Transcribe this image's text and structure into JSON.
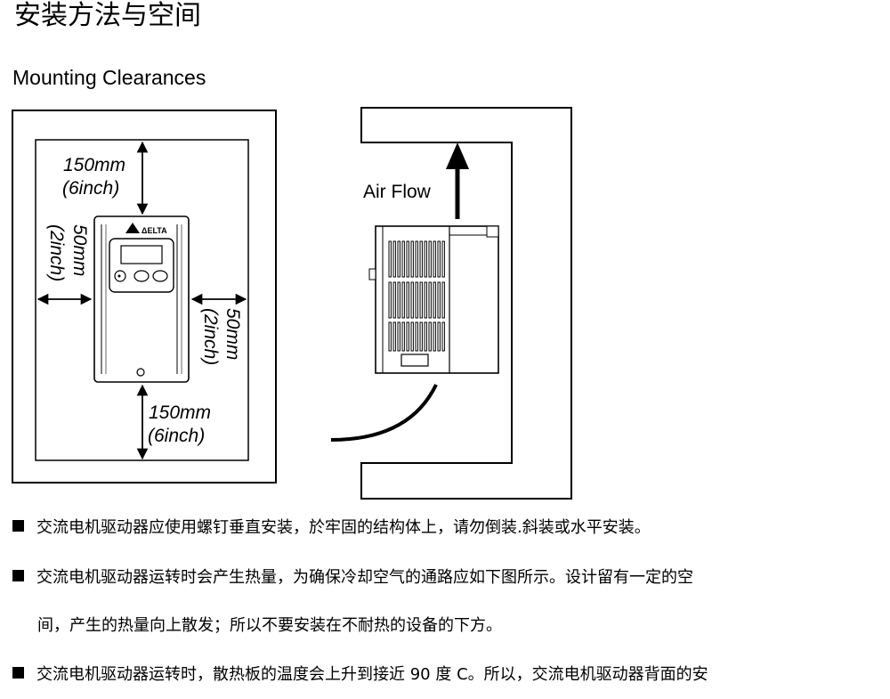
{
  "page": {
    "title": "安装方法与空间",
    "subtitle": "Mounting Clearances"
  },
  "diagram": {
    "top_clearance": {
      "mm": "150mm",
      "inch": "(6inch)"
    },
    "left_clearance": {
      "mm": "50mm",
      "inch": "(2inch)"
    },
    "right_clearance": {
      "mm": "50mm",
      "inch": "(2inch)"
    },
    "bottom_clearance": {
      "mm": "150mm",
      "inch": "(6inch)"
    },
    "airflow_label": "Air Flow",
    "logo_text": "ΔELTA"
  },
  "bullets": [
    {
      "lines": [
        "交流电机驱动器应使用螺钉垂直安装，於牢固的结构体上，请勿倒装.斜装或水平安装。"
      ]
    },
    {
      "lines": [
        "交流电机驱动器运转时会产生热量，为确保冷却空气的通路应如下图所示。设计留有一定的空",
        "间，产生的热量向上散发；所以不要安装在不耐热的设备的下方。"
      ]
    },
    {
      "lines": [
        "交流电机驱动器运转时，散热板的温度会上升到接近 90 度 C。所以，交流电机驱动器背面的安"
      ]
    }
  ]
}
